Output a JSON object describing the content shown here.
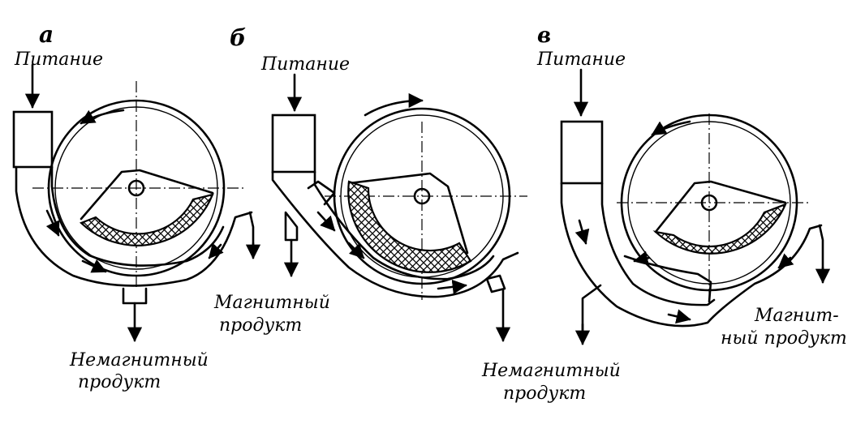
{
  "panels": [
    {
      "id": "a",
      "letter": "а"
    },
    {
      "id": "b",
      "letter": "б"
    },
    {
      "id": "v",
      "letter": "в"
    }
  ],
  "labels": {
    "feed": "Питание",
    "magnetic_line1": "Магнитный",
    "magnetic_line2": "продукт",
    "magnetic_split1": "Магнит-",
    "magnetic_split2": "ный продукт",
    "nonmagnetic_line1": "Немагнитный",
    "nonmagnetic_line2": "продукт"
  }
}
